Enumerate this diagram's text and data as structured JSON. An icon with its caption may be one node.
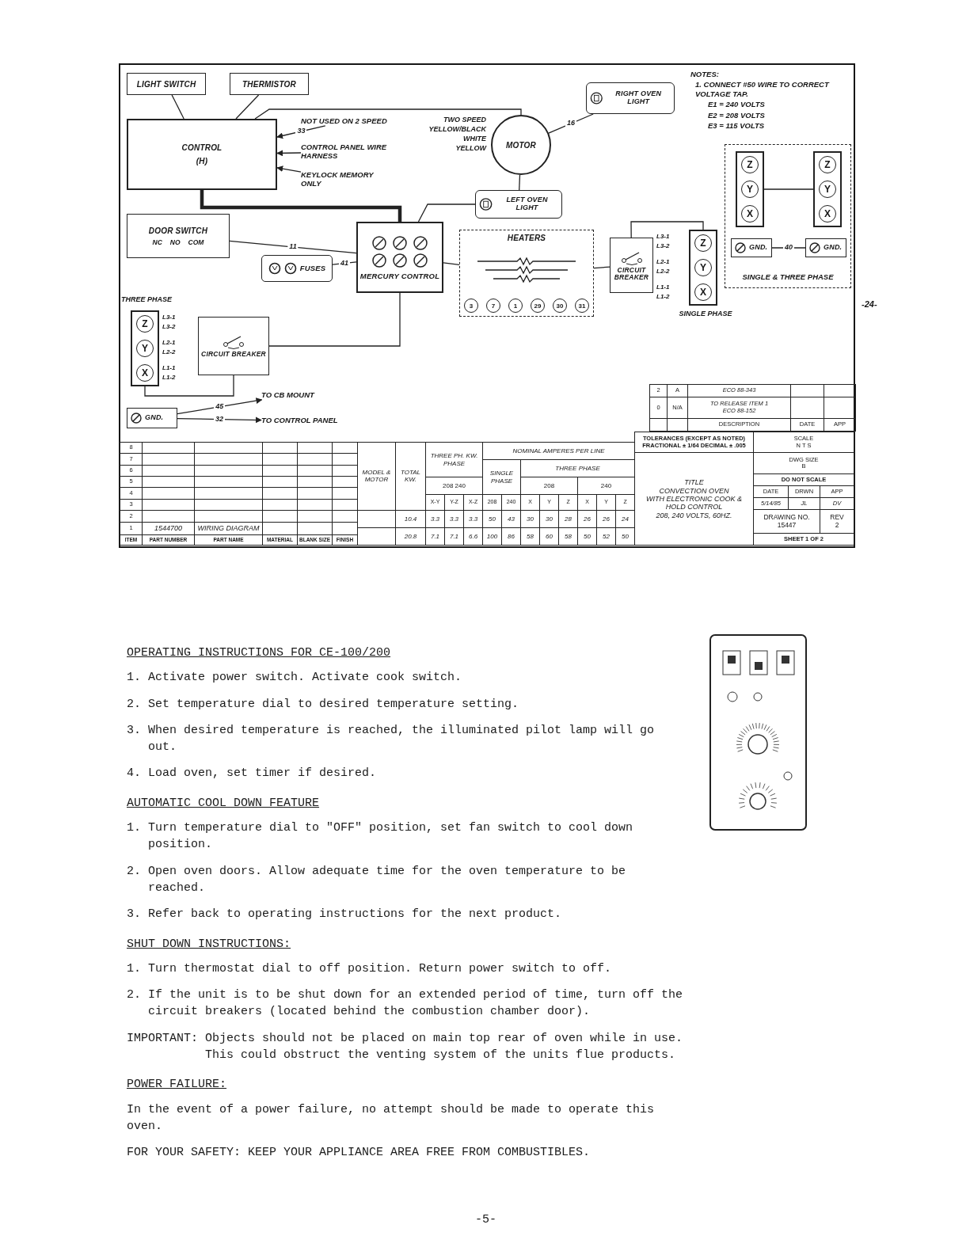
{
  "diagram": {
    "nodes": [
      {
        "text": [
          "GND."
        ]
      },
      {
        "text": [
          "TO CONTROL PANEL"
        ]
      },
      {
        "text": [
          "TO CB MOUNT"
        ]
      },
      {
        "text": [
          "Z",
          "Y",
          "X"
        ],
        "beside": [
          "THREE PHASE"
        ]
      },
      {
        "text": [
          "CIRCUIT BREAKER"
        ]
      },
      {
        "text": [
          "FUSES"
        ]
      },
      {
        "text": [
          "DOOR SWITCH",
          "NC",
          "NO",
          "COM"
        ]
      },
      {
        "text": [
          "MERCURY CONTROL"
        ]
      },
      {
        "text": [
          "CONTROL",
          "(H)"
        ]
      },
      {
        "text": [
          "KEYLOCK MEMORY ONLY"
        ]
      },
      {
        "text": [
          "CONTROL PANEL WIRE HARNESS"
        ]
      },
      {
        "text": [
          "LIGHT SWITCH"
        ]
      },
      {
        "text": [
          "THERMISTOR"
        ]
      },
      {
        "text": [
          "HEATERS",
          "3",
          "7",
          "1",
          "29",
          "30",
          "31"
        ]
      },
      {
        "text": [
          "MOTOR"
        ],
        "beside": [
          "TWO SPEED",
          "YELLOW/BLACK",
          "WHITE",
          "YELLOW"
        ]
      },
      {
        "text": [
          "LEFT OVEN LIGHT"
        ]
      },
      {
        "text": [
          "RIGHT OVEN LIGHT"
        ]
      },
      {
        "text": [
          "Z",
          "Y",
          "X"
        ],
        "beside": [
          "SINGLE PHASE"
        ]
      },
      {
        "text": [
          "CIRCUIT BREAKER"
        ]
      },
      {
        "text": [
          "SINGLE & THREE PHASE"
        ]
      },
      {
        "text": [
          "Z",
          "Y",
          "X"
        ],
        "in": 19
      },
      {
        "text": [
          "Z",
          "Y",
          "X"
        ],
        "in": 19
      },
      {
        "text": [
          "GND."
        ],
        "in": 19
      },
      {
        "text": [
          "GND."
        ],
        "in": 19
      },
      {
        "text": [
          "NOT USED ON 2 SPEED"
        ]
      }
    ],
    "edges": [
      {
        "from": 0,
        "to": 1,
        "arrow": "to",
        "label": "32"
      },
      {
        "from": 0,
        "to": 2,
        "arrow": "to",
        "label": "45"
      },
      {
        "from": 3,
        "to": 4,
        "arrow": "none"
      },
      {
        "from": 4,
        "to": 7,
        "arrow": "none"
      },
      {
        "from": 5,
        "to": 7,
        "arrow": "none",
        "label": "41"
      },
      {
        "from": 6,
        "to": 7,
        "arrow": "none",
        "label": "11"
      },
      {
        "from": 7,
        "to": 8,
        "arrow": "none",
        "style": "thick"
      },
      {
        "from": 13,
        "to": 7,
        "arrow": "none"
      },
      {
        "from": 8,
        "to": 11,
        "arrow": "none"
      },
      {
        "from": 12,
        "to": 8,
        "arrow": "none"
      },
      {
        "from": 8,
        "to": 14,
        "arrow": "none"
      },
      {
        "from": 15,
        "to": 14,
        "arrow": "none"
      },
      {
        "from": 16,
        "to": 14,
        "arrow": "none",
        "label": "16"
      },
      {
        "from": 17,
        "to": 18,
        "arrow": "none"
      },
      {
        "from": 20,
        "to": 21,
        "arrow": "none"
      },
      {
        "from": 22,
        "to": 23,
        "arrow": "none",
        "label": "40"
      },
      {
        "from": 9,
        "to": 8,
        "arrow": "to"
      },
      {
        "from": 10,
        "to": 8,
        "arrow": "to"
      },
      {
        "from": 24,
        "to": 8,
        "arrow": "to",
        "label": "33"
      },
      {
        "from": 18,
        "to": 13,
        "arrow": "none"
      },
      {
        "from": 7,
        "to": 15,
        "arrow": "none"
      }
    ],
    "labels": [
      "NOTES:",
      "1. CONNECT #50 WIRE TO CORRECT VOLTAGE TAP.",
      "E1 = 240 VOLTS",
      "E2 = 208 VOLTS",
      "E3 = 115 VOLTS",
      "L3-1",
      "L3-2",
      "L2-1",
      "L2-2",
      "L1-1",
      "L1-2",
      "L3-1",
      "L3-2",
      "L2-1",
      "L2-2",
      "L1-1",
      "L1-2",
      "-24-",
      "2",
      "A",
      "ECO 88-343",
      "0",
      "N/A",
      "TO RELEASE ITEM 1",
      "ECO 88-152",
      "DESCRIPTION",
      "DATE",
      "APP",
      "8",
      "7",
      "6",
      "5",
      "4",
      "3",
      "2",
      "1",
      "1544700",
      "WIRING DIAGRAM",
      "ITEM",
      "PART NUMBER",
      "PART NAME",
      "MATERIAL",
      "BLANK SIZE",
      "FINISH",
      "MODEL & MOTOR",
      "TOTAL KW.",
      "THREE PH. KW. PHASE",
      "NOMINAL AMPERES PER LINE",
      "SINGLE PHASE",
      "THREE PHASE",
      "208 240",
      "208",
      "240",
      "X-Y",
      "Y-Z",
      "X-Z",
      "208",
      "240",
      "X",
      "Y",
      "Z",
      "X",
      "Y",
      "Z",
      "10.4",
      "3.3",
      "3.3",
      "3.3",
      "50",
      "43",
      "30",
      "30",
      "28",
      "26",
      "26",
      "24",
      "20.8",
      "7.1",
      "7.1",
      "6.6",
      "100",
      "86",
      "58",
      "60",
      "58",
      "50",
      "52",
      "50",
      "TOLERANCES (EXCEPT AS NOTED)",
      "FRACTIONAL ± 1/64 DECIMAL ± .005",
      "SCALE",
      "N T S",
      "DWG SIZE",
      "B",
      "TITLE",
      "CONVECTION OVEN",
      "WITH ELECTRONIC COOK & HOLD CONTROL",
      "208, 240 VOLTS, 60HZ.",
      "DO NOT SCALE",
      "DATE",
      "DRWN",
      "APP",
      "5/14/85",
      "JL",
      "DV",
      "DRAWING NO.",
      "REV",
      "15447",
      "2",
      "SHEET 1 OF 2",
      "OPERATING INSTRUCTIONS FOR CE-100/200",
      "1. Activate power switch. Activate cook switch.",
      "2. Set temperature dial to desired temperature setting.",
      "3. When desired temperature is reached, the illuminated pilot lamp will go out.",
      "4. Load oven, set timer if desired.",
      "AUTOMATIC COOL DOWN FEATURE",
      "1. Turn temperature dial to \"OFF\" position, set fan switch to cool down position.",
      "2. Open oven doors. Allow adequate time for the oven temperature to be reached.",
      "3. Refer back to operating instructions for the next product.",
      "SHUT DOWN INSTRUCTIONS:",
      "1. Turn thermostat dial to off position. Return power switch to off.",
      "2. If the unit is to be shut down for an extended period of time, turn off the circuit breakers (located behind the combustion chamber door).",
      "IMPORTANT: Objects should not be placed on main top rear of oven while in use. This could obstruct the venting system of the units flue products.",
      "POWER FAILURE:",
      "In the event of a power failure, no attempt should be made to operate this oven.",
      "FOR YOUR SAFETY: KEEP YOUR APPLIANCE AREA FREE FROM COMBUSTIBLES.",
      "-5-"
    ]
  }
}
